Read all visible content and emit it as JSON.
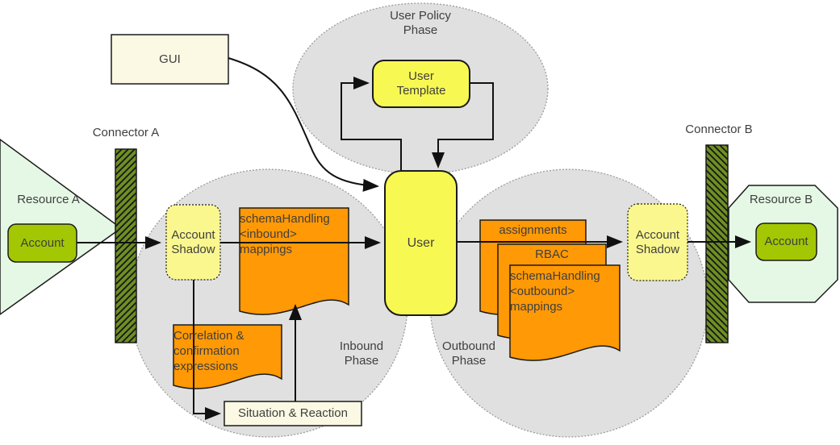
{
  "diagram": {
    "phases": {
      "user_policy": {
        "lines": [
          "User Policy",
          "Phase"
        ]
      },
      "inbound": {
        "lines": [
          "Inbound",
          "Phase"
        ]
      },
      "outbound": {
        "lines": [
          "Outbound",
          "Phase"
        ]
      }
    },
    "nodes": {
      "gui": {
        "label": "GUI"
      },
      "user": {
        "label": "User"
      },
      "user_template": {
        "lines": [
          "User",
          "Template"
        ]
      },
      "account_shadow_left": {
        "lines": [
          "Account",
          "Shadow"
        ]
      },
      "account_shadow_right": {
        "lines": [
          "Account",
          "Shadow"
        ]
      },
      "situation_reaction": {
        "label": "Situation & Reaction"
      },
      "resource_a": {
        "label": "Resource A",
        "account": "Account"
      },
      "resource_b": {
        "label": "Resource B",
        "account": "Account"
      },
      "connector_a": {
        "label": "Connector A"
      },
      "connector_b": {
        "label": "Connector B"
      }
    },
    "documents": {
      "inbound_mappings": {
        "lines": [
          "schemaHandling",
          "<inbound>",
          "mappings"
        ]
      },
      "correlation": {
        "lines": [
          "Correlation &",
          "confirmation",
          "expressions"
        ]
      },
      "assignments": {
        "label": "assignments"
      },
      "rbac": {
        "label": "RBAC"
      },
      "outbound_mappings": {
        "lines": [
          "schemaHandling",
          "<outbound>",
          "mappings"
        ]
      }
    },
    "colors": {
      "doc_orange": "#FF9905",
      "node_yellow": "#F8F852",
      "shadow_yellow": "#FAF78F",
      "cream": "#FBF9E3",
      "resource_green": "#E5F8E5",
      "account_olive": "#A3C703",
      "connector_olive": "#6E8F23",
      "phase_gray": "#E0E0E0",
      "text_gray": "#3F3F3F"
    }
  }
}
